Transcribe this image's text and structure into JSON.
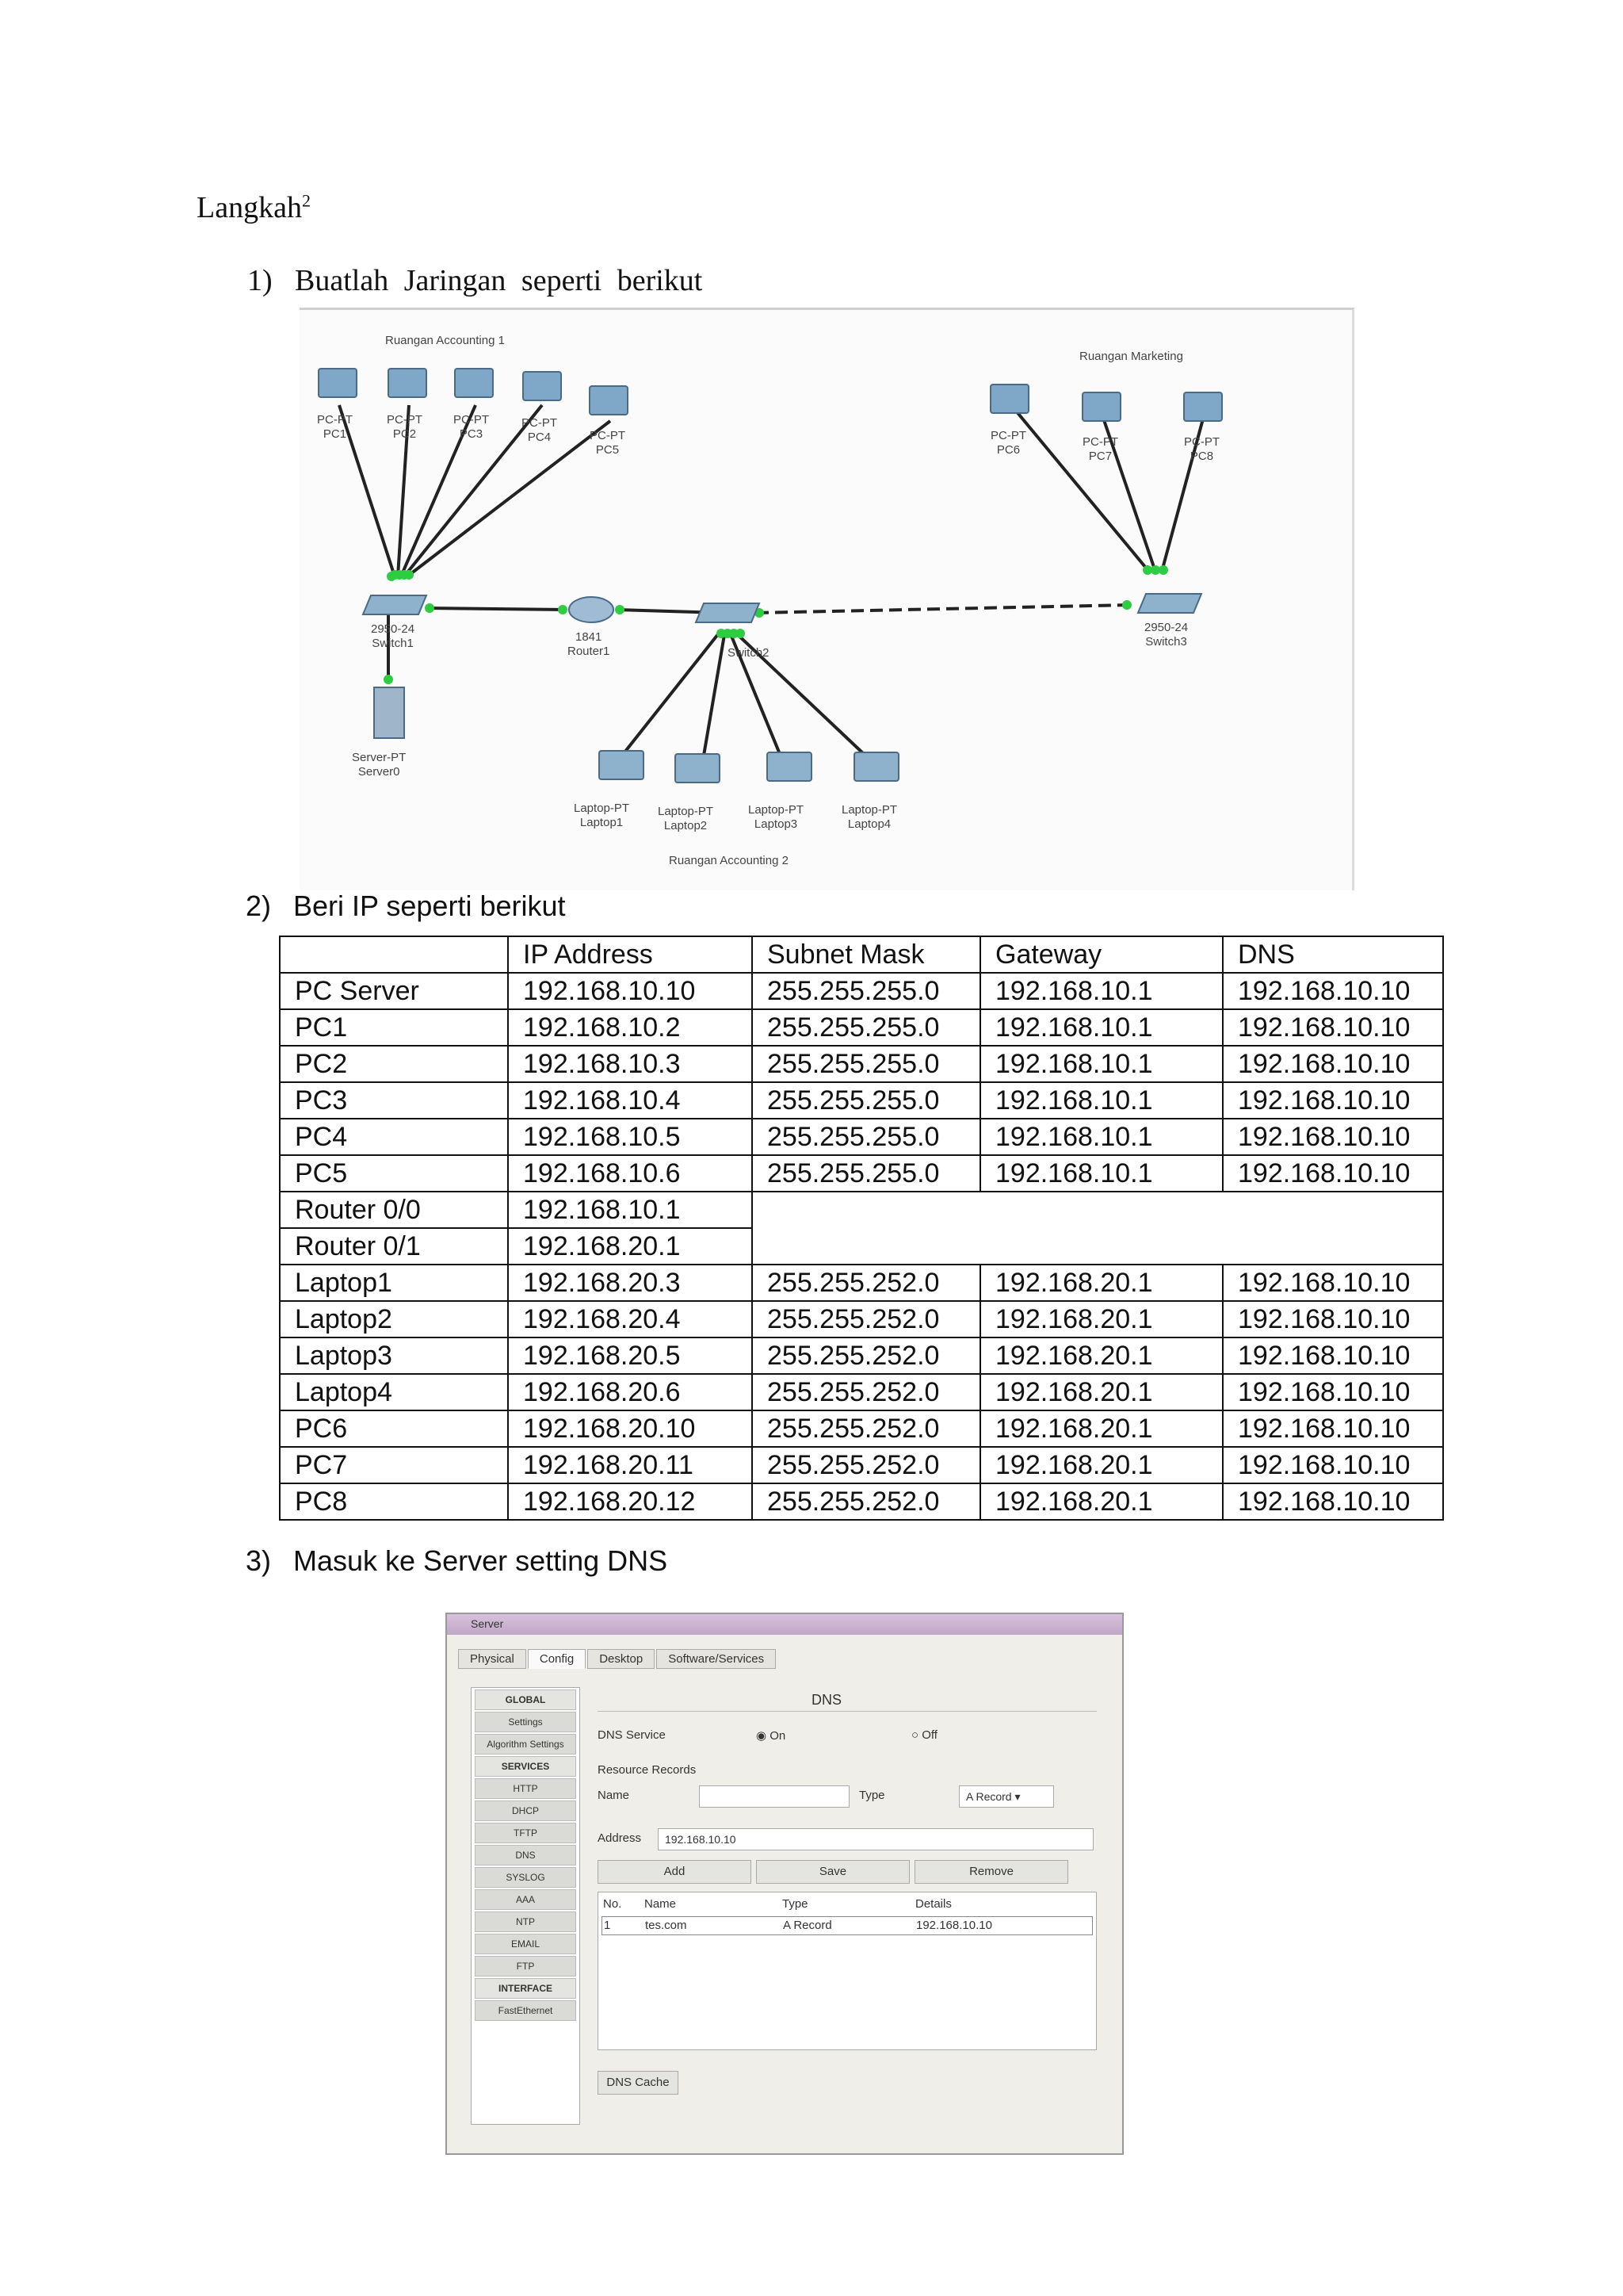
{
  "heading": {
    "text": "Langkah",
    "sup": "2"
  },
  "steps": [
    {
      "num": "1)",
      "text": "Buatlah Jaringan seperti berikut"
    },
    {
      "num": "2)",
      "text": "Beri IP seperti berikut"
    },
    {
      "num": "3)",
      "text": "Masuk ke Server setting DNS"
    }
  ],
  "network": {
    "room_accounting1": "Ruangan Accounting 1",
    "room_marketing": "Ruangan Marketing",
    "room_accounting2": "Ruangan Accounting 2",
    "pc_model": "PC-PT",
    "pcs_left": [
      "PC1",
      "PC2",
      "PC3",
      "PC4",
      "PC5"
    ],
    "pcs_right": [
      "PC6",
      "PC7",
      "PC8"
    ],
    "laptop_model": "Laptop-PT",
    "laptops": [
      "Laptop1",
      "Laptop2",
      "Laptop3",
      "Laptop4"
    ],
    "switch_model": "2950-24",
    "switch1": "Switch1",
    "switch2": "Switch2",
    "switch3": "Switch3",
    "router_model": "1841",
    "router": "Router1",
    "server_model": "Server-PT",
    "server": "Server0"
  },
  "table": {
    "headers": [
      "",
      "IP Address",
      "Subnet Mask",
      "Gateway",
      "DNS"
    ],
    "rows": [
      [
        "PC Server",
        "192.168.10.10",
        "255.255.255.0",
        "192.168.10.1",
        "192.168.10.10"
      ],
      [
        "PC1",
        "192.168.10.2",
        "255.255.255.0",
        "192.168.10.1",
        "192.168.10.10"
      ],
      [
        "PC2",
        "192.168.10.3",
        "255.255.255.0",
        "192.168.10.1",
        "192.168.10.10"
      ],
      [
        "PC3",
        "192.168.10.4",
        "255.255.255.0",
        "192.168.10.1",
        "192.168.10.10"
      ],
      [
        "PC4",
        "192.168.10.5",
        "255.255.255.0",
        "192.168.10.1",
        "192.168.10.10"
      ],
      [
        "PC5",
        "192.168.10.6",
        "255.255.255.0",
        "192.168.10.1",
        "192.168.10.10"
      ],
      [
        "Router 0/0",
        "192.168.10.1"
      ],
      [
        "Router 0/1",
        "192.168.20.1"
      ],
      [
        "Laptop1",
        "192.168.20.3",
        "255.255.252.0",
        "192.168.20.1",
        "192.168.10.10"
      ],
      [
        "Laptop2",
        "192.168.20.4",
        "255.255.252.0",
        "192.168.20.1",
        "192.168.10.10"
      ],
      [
        "Laptop3",
        "192.168.20.5",
        "255.255.252.0",
        "192.168.20.1",
        "192.168.10.10"
      ],
      [
        "Laptop4",
        "192.168.20.6",
        "255.255.252.0",
        "192.168.20.1",
        "192.168.10.10"
      ],
      [
        "PC6",
        "192.168.20.10",
        "255.255.252.0",
        "192.168.20.1",
        "192.168.10.10"
      ],
      [
        "PC7",
        "192.168.20.11",
        "255.255.252.0",
        "192.168.20.1",
        "192.168.10.10"
      ],
      [
        "PC8",
        "192.168.20.12",
        "255.255.252.0",
        "192.168.20.1",
        "192.168.10.10"
      ]
    ]
  },
  "server_window": {
    "title": "Server",
    "tabs": [
      "Physical",
      "Config",
      "Desktop",
      "Software/Services"
    ],
    "sidebar": [
      "GLOBAL",
      "Settings",
      "Algorithm Settings",
      "SERVICES",
      "HTTP",
      "DHCP",
      "TFTP",
      "DNS",
      "SYSLOG",
      "AAA",
      "NTP",
      "EMAIL",
      "FTP",
      "INTERFACE",
      "FastEthernet"
    ],
    "panel_title": "DNS",
    "dns_service_label": "DNS Service",
    "on_label": "On",
    "off_label": "Off",
    "resource_records": "Resource Records",
    "name_label": "Name",
    "name_value": "",
    "type_label": "Type",
    "type_value": "A Record",
    "address_label": "Address",
    "address_value": "192.168.10.10",
    "add_button": "Add",
    "save_button": "Save",
    "remove_button": "Remove",
    "columns": [
      "No.",
      "Name",
      "Type",
      "Details"
    ],
    "records": [
      [
        "1",
        "tes.com",
        "A Record",
        "192.168.10.10"
      ]
    ],
    "dns_cache_button": "DNS Cache"
  }
}
